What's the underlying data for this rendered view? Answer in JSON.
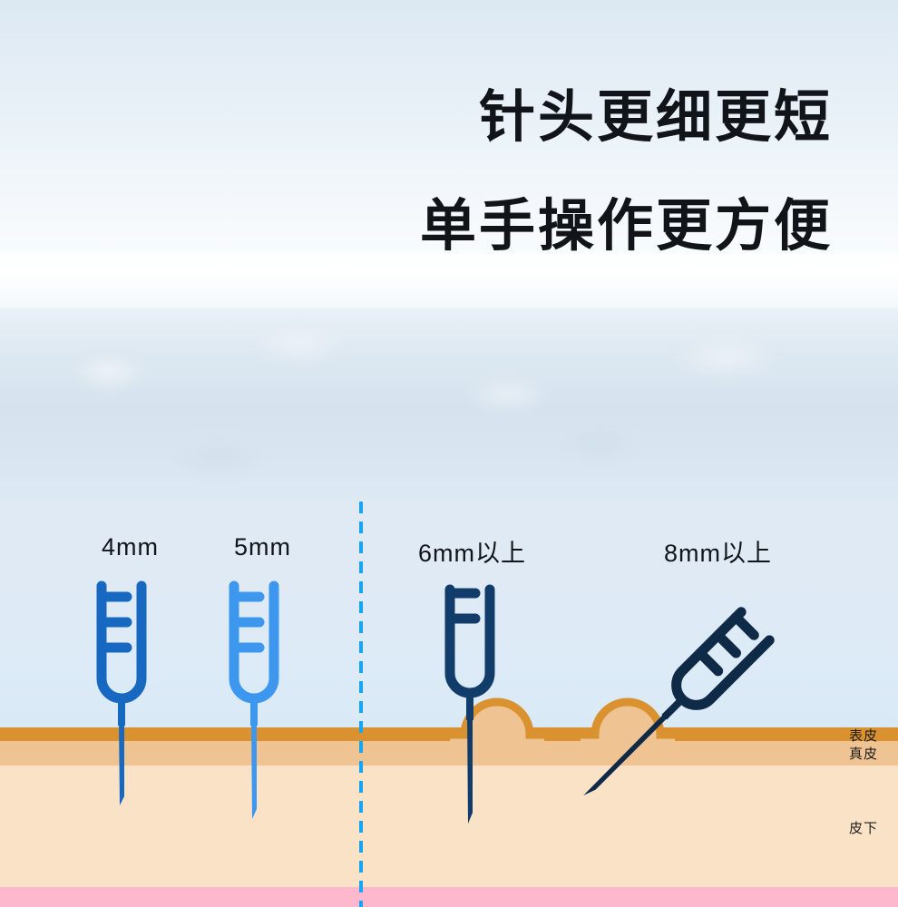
{
  "headline": {
    "line1": "针头更细更短",
    "line2": "单手操作更方便"
  },
  "needles": [
    {
      "id": "4mm",
      "label": "4mm",
      "color": "#1668c0",
      "depth_mm": 4,
      "angle_deg": 90,
      "ticks": 3,
      "pinch": false
    },
    {
      "id": "5mm",
      "label": "5mm",
      "color": "#3d97ee",
      "depth_mm": 5,
      "angle_deg": 90,
      "ticks": 3,
      "pinch": false
    },
    {
      "id": "6mm",
      "label": "6mm以上",
      "color": "#123d6b",
      "depth_mm": 6,
      "angle_deg": 90,
      "ticks": 2,
      "pinch": true
    },
    {
      "id": "8mm",
      "label": "8mm以上",
      "color": "#0e2a47",
      "depth_mm": 8,
      "angle_deg": 45,
      "ticks": 3,
      "pinch": true
    }
  ],
  "skin_layers": [
    {
      "id": "epidermis",
      "label": "表皮",
      "color": "#d9922f"
    },
    {
      "id": "dermis",
      "label": "真皮",
      "color": "#f0c392"
    },
    {
      "id": "subcutaneous",
      "label": "皮下",
      "color": "#fae2c7"
    },
    {
      "id": "muscle",
      "label": "",
      "color": "#fdb8cd"
    }
  ],
  "divider": {
    "style": "dashed",
    "color": "#17a4f2"
  },
  "background": {
    "top_color": "#dce8f2",
    "mid_color": "#ffffff",
    "lower_color": "#dfeaf4"
  }
}
